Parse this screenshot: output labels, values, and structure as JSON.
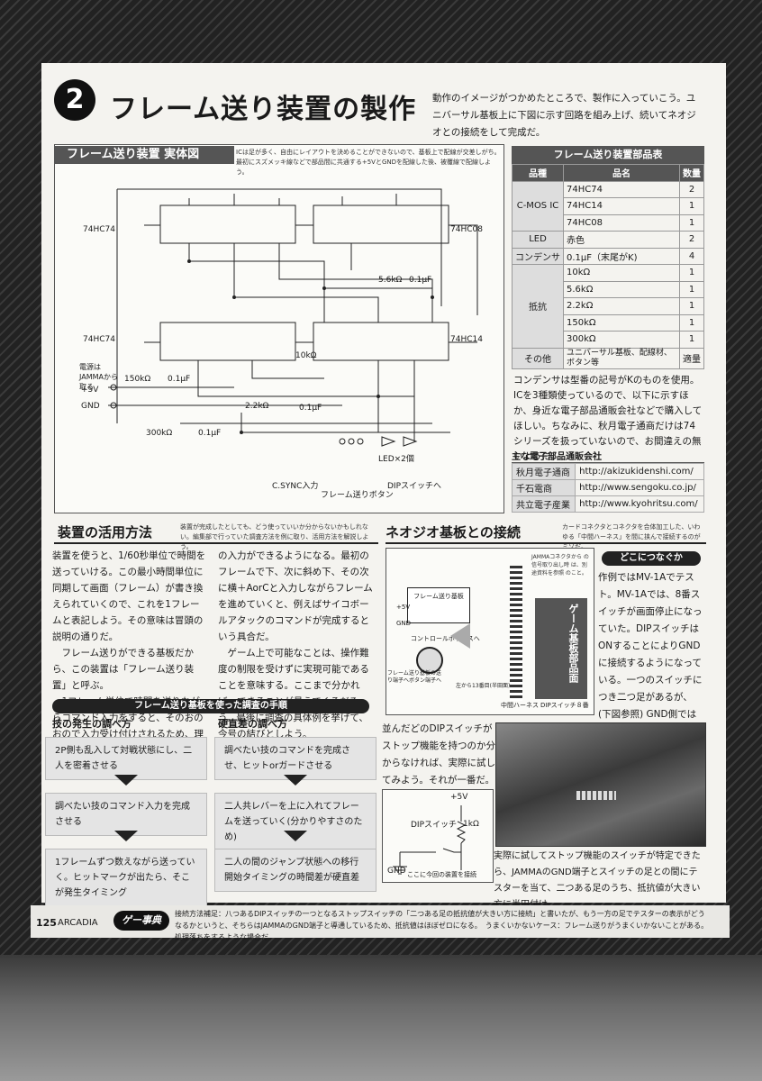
{
  "header": {
    "number": "2",
    "title": "フレーム送り装置の製作",
    "intro": "動作のイメージがつかめたところで、製作に入っていこう。ユニバーサル基板上に下図に示す回路を組み上げ、続いてネオジオとの接続をして完成だ。"
  },
  "schematic": {
    "title": "フレーム送り装置 実体図",
    "note": "ICは足が多く、自由にレイアウトを決めることができないので、基板上で配線が交差しがち。最初にスズメッキ線などで部品間に共通する+5VとGNDを配線した後、被覆線で配線しよう。",
    "labels": {
      "ic1": "74HC74",
      "ic2": "74HC08",
      "ic3": "74HC74",
      "ic4": "74HC14",
      "power_src": "電源はJAMMAから取る",
      "v5": "+5V",
      "gnd": "GND",
      "r150": "150kΩ",
      "c1": "0.1μF",
      "r300": "300kΩ",
      "c2": "0.1μF",
      "r22": "2.2kΩ",
      "r56": "5.6kΩ",
      "c3": "0.1μF",
      "r10": "10kΩ",
      "c4": "0.1μF",
      "led": "LED×2個",
      "csync": "C.SYNC入力",
      "button": "フレーム送りボタン",
      "dip": "DIPスイッチへ"
    }
  },
  "parts": {
    "title": "フレーム送り装置部品表",
    "headers": [
      "品種",
      "品名",
      "数量"
    ],
    "rows": [
      {
        "cat": "C-MOS IC",
        "name": "74HC74",
        "qty": "2"
      },
      {
        "cat": "",
        "name": "74HC14",
        "qty": "1"
      },
      {
        "cat": "",
        "name": "74HC08",
        "qty": "1"
      },
      {
        "cat": "LED",
        "name": "赤色",
        "qty": "2"
      },
      {
        "cat": "コンデンサ",
        "name": "0.1μF（末尾がK)",
        "qty": "4"
      },
      {
        "cat": "",
        "name": "10kΩ",
        "qty": "1"
      },
      {
        "cat": "抵抗",
        "name": "5.6kΩ",
        "qty": "1"
      },
      {
        "cat": "",
        "name": "2.2kΩ",
        "qty": "1"
      },
      {
        "cat": "",
        "name": "150kΩ",
        "qty": "1"
      },
      {
        "cat": "",
        "name": "300kΩ",
        "qty": "1"
      },
      {
        "cat": "その他",
        "name": "ユニバーサル基板、配線材、ボタン等",
        "qty": "適量"
      }
    ],
    "text": "コンデンサは型番の記号がKのものを使用。ICを3種類使っているので、以下に示すほか、身近な電子部品通販会社などで購入してほしい。ちなみに、秋月電子通商だけは74シリーズを扱っていないので、お間違えの無いように。"
  },
  "vendors": {
    "title": "主な電子部品通販会社",
    "rows": [
      {
        "name": "秋月電子通商",
        "url": "http://akizukidenshi.com/"
      },
      {
        "name": "千石電商",
        "url": "http://www.sengoku.co.jp/"
      },
      {
        "name": "共立電子産業",
        "url": "http://www.kyohritsu.com/"
      }
    ]
  },
  "usage": {
    "title": "装置の活用方法",
    "note": "装置が完成したとしても、どう使っていいか分からないかもしれない。編集部で行っていた調査方法を例に取り、活用方法を解説しよう。",
    "col1": "装置を使うと、1/60秒単位で時間を送っていける。この最小時間単位に同期して画面（フレーム）が書き換えられていくので、これを1フレームと表記しよう。その意味は冒頭の説明の通りだ。\n　フレーム送りができる基板だから、この装置は「フレーム送り装置」と呼ぶ。\n　1フレーム単位で時間を送りながらコマンド入力をすると、そのおのおので入力受け付けされるため、理論上最速",
    "col2": "の入力ができるようになる。最初のフレームで下、次に斜め下、その次に横＋AorCと入力しながらフレームを進めていくと、例えばサイコボールアタックのコマンドが完成するという具合だ。\n　ゲーム上で可能なことは、操作難度の制限を受けずに実現可能であることを意味する。ここまで分かれば、できることが見えてくるだろう。最後に調査の具体例を挙げて、今号の結びとしよう。"
  },
  "procedure": {
    "title": "フレーム送り基板を使った調査の手順",
    "left_head": "技の発生の調べ方",
    "right_head": "硬直差の調べ方",
    "left_steps": [
      "2P側も乱入して対戦状態にし、二人を密着させる",
      "調べたい技のコマンド入力を完成させる",
      "1フレームずつ数えながら送っていく。ヒットマークが出たら、そこが発生タイミング"
    ],
    "right_steps": [
      "調べたい技のコマンドを完成させ、ヒットorガードさせる",
      "二人共レバーを上に入れてフレームを送っていく(分かりやすさのため)",
      "二人の間のジャンプ状態への移行開始タイミングの時間差が硬直差"
    ]
  },
  "neogeo": {
    "title": "ネオジオ基板との接続",
    "note": "カードコネクタとコネクタを合体加工した、いわゆる「中間ハーネス」を間に挟んで接続するのがミソだ。",
    "diagram": {
      "board": "フレーム送り基板",
      "controller": "コントロールボックスへ",
      "jamma": "JAMMAコネクタから の信号取り出し時 は、別途資料を参照 のこと。",
      "game": "ゲーム基板部品面",
      "harness": "中間ハーネス",
      "dip": "DIPスイッチ８番",
      "button_note": "フレーム送り基板の送り端子へボタン端子へ",
      "ninth": "左から13番目(半田面)",
      "gnd": "GND",
      "v5": "+5V"
    },
    "where_title": "どこにつなぐか",
    "where_text": "作例ではMV-1Aでテスト。MV-1Aでは、8番スイッチが画面停止になっていた。DIPスイッチはONすることによりGNDに接続するようになっている。一つのスイッチにつき二つ足があるが、(下図参照) GND側ではない方に接続する（判定方法は後出）。ずらっと",
    "dip_text": "並んだどのDIPスイッチがストップ機能を持つのか分からなければ、実際に試してみよう。それが一番だ。",
    "circuit": {
      "v5": "+5V",
      "dip": "DIPスイッチ",
      "r": "1kΩ",
      "gnd": "GND",
      "here": "ここに今回の装置を接続"
    },
    "photo_caption": "実際に試してストップ機能のスイッチが特定できたら、JAMMAのGND端子とスイッチの足との間にテスターを当て、二つある足のうち、抵抗値が大きい方に半田付け。"
  },
  "footer": {
    "page": "125",
    "mag": "ARCADIA",
    "logo": "ゲー事典",
    "text1": "接続方法補足：八つあるDIPスイッチの一つとなるストップスイッチの「二つある足の抵抗値が大きい方に接続」と書いたが、もう一方の足でテスターの表示がどうなるかというと、そちらはJAMMAのGND端子と導通しているため、抵抗値はほぼゼロになる。",
    "text2": "うまくいかないケース：フレーム送りがうまくいかないことがある。処理落ちをするような場合だ。"
  }
}
